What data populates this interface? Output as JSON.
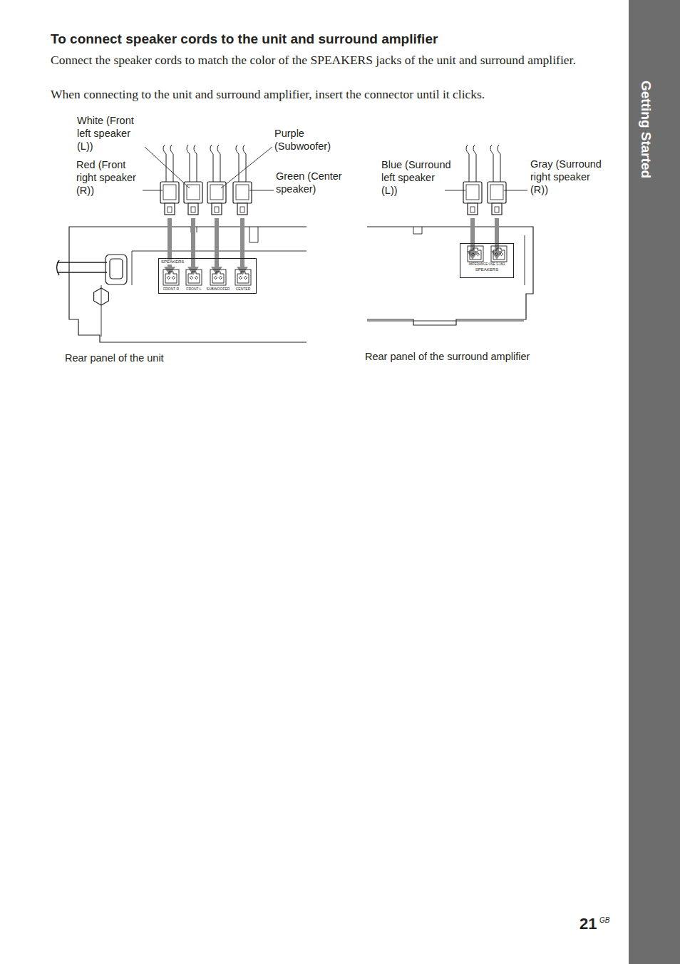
{
  "diagram": {
    "title": "To connect speaker cords to the unit and surround amplifier",
    "nodes": [
      {
        "text": [
          "SPEAKERS"
        ]
      },
      {
        "text": [
          "FRONT R"
        ],
        "in": 0
      },
      {
        "text": [
          "FRONT L"
        ],
        "in": 0
      },
      {
        "text": [
          "SUBWOOFER"
        ],
        "in": 0
      },
      {
        "text": [
          "CENTER"
        ],
        "in": 0
      },
      {
        "text": [
          "IMPEDANCE USE 3-16Ω",
          "SPEAKERS"
        ]
      }
    ],
    "labels": [
      "Connect the speaker cords to match the color of the SPEAKERS jacks of the unit and surround amplifier.",
      "When connecting to the unit and surround amplifier, insert the connector until it clicks.",
      "White (Front left speaker (L))",
      "Red (Front right speaker (R))",
      "Purple (Subwoofer)",
      "Green (Center speaker)",
      "Blue (Surround left speaker (L))",
      "Gray (Surround right speaker (R))",
      "Rear panel of the unit",
      "Rear panel of the surround amplifier",
      "Getting Started",
      "21",
      "GB"
    ]
  }
}
